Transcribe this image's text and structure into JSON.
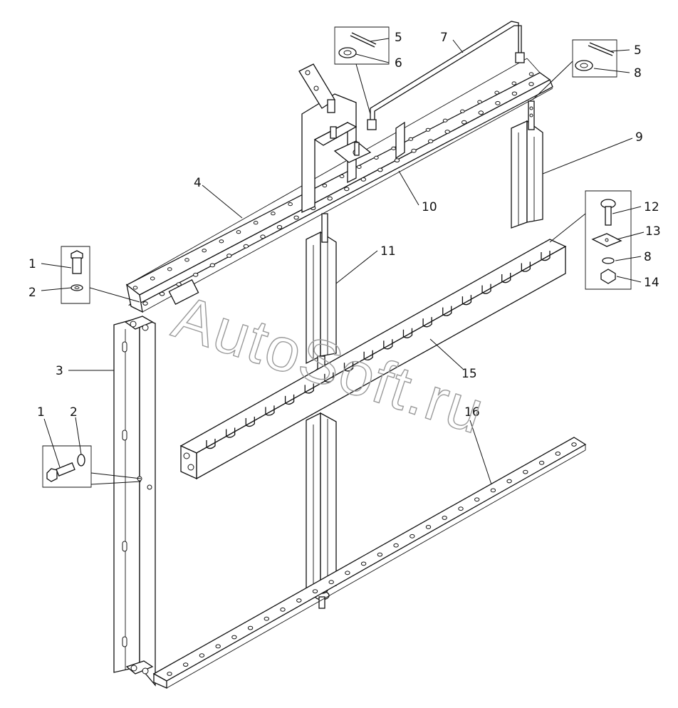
{
  "watermark": "AutoSoft.ru",
  "callouts": [
    {
      "id": "c1a",
      "label": "1"
    },
    {
      "id": "c2a",
      "label": "2"
    },
    {
      "id": "c3",
      "label": "3"
    },
    {
      "id": "c4",
      "label": "4"
    },
    {
      "id": "c5a",
      "label": "5"
    },
    {
      "id": "c6",
      "label": "6"
    },
    {
      "id": "c7",
      "label": "7"
    },
    {
      "id": "c5b",
      "label": "5"
    },
    {
      "id": "c8a",
      "label": "8"
    },
    {
      "id": "c9",
      "label": "9"
    },
    {
      "id": "c10",
      "label": "10"
    },
    {
      "id": "c11",
      "label": "11"
    },
    {
      "id": "c12",
      "label": "12"
    },
    {
      "id": "c13",
      "label": "13"
    },
    {
      "id": "c8b",
      "label": "8"
    },
    {
      "id": "c14",
      "label": "14"
    },
    {
      "id": "c15",
      "label": "15"
    },
    {
      "id": "c16",
      "label": "16"
    },
    {
      "id": "c1b",
      "label": "1"
    },
    {
      "id": "c2b",
      "label": "2"
    }
  ]
}
